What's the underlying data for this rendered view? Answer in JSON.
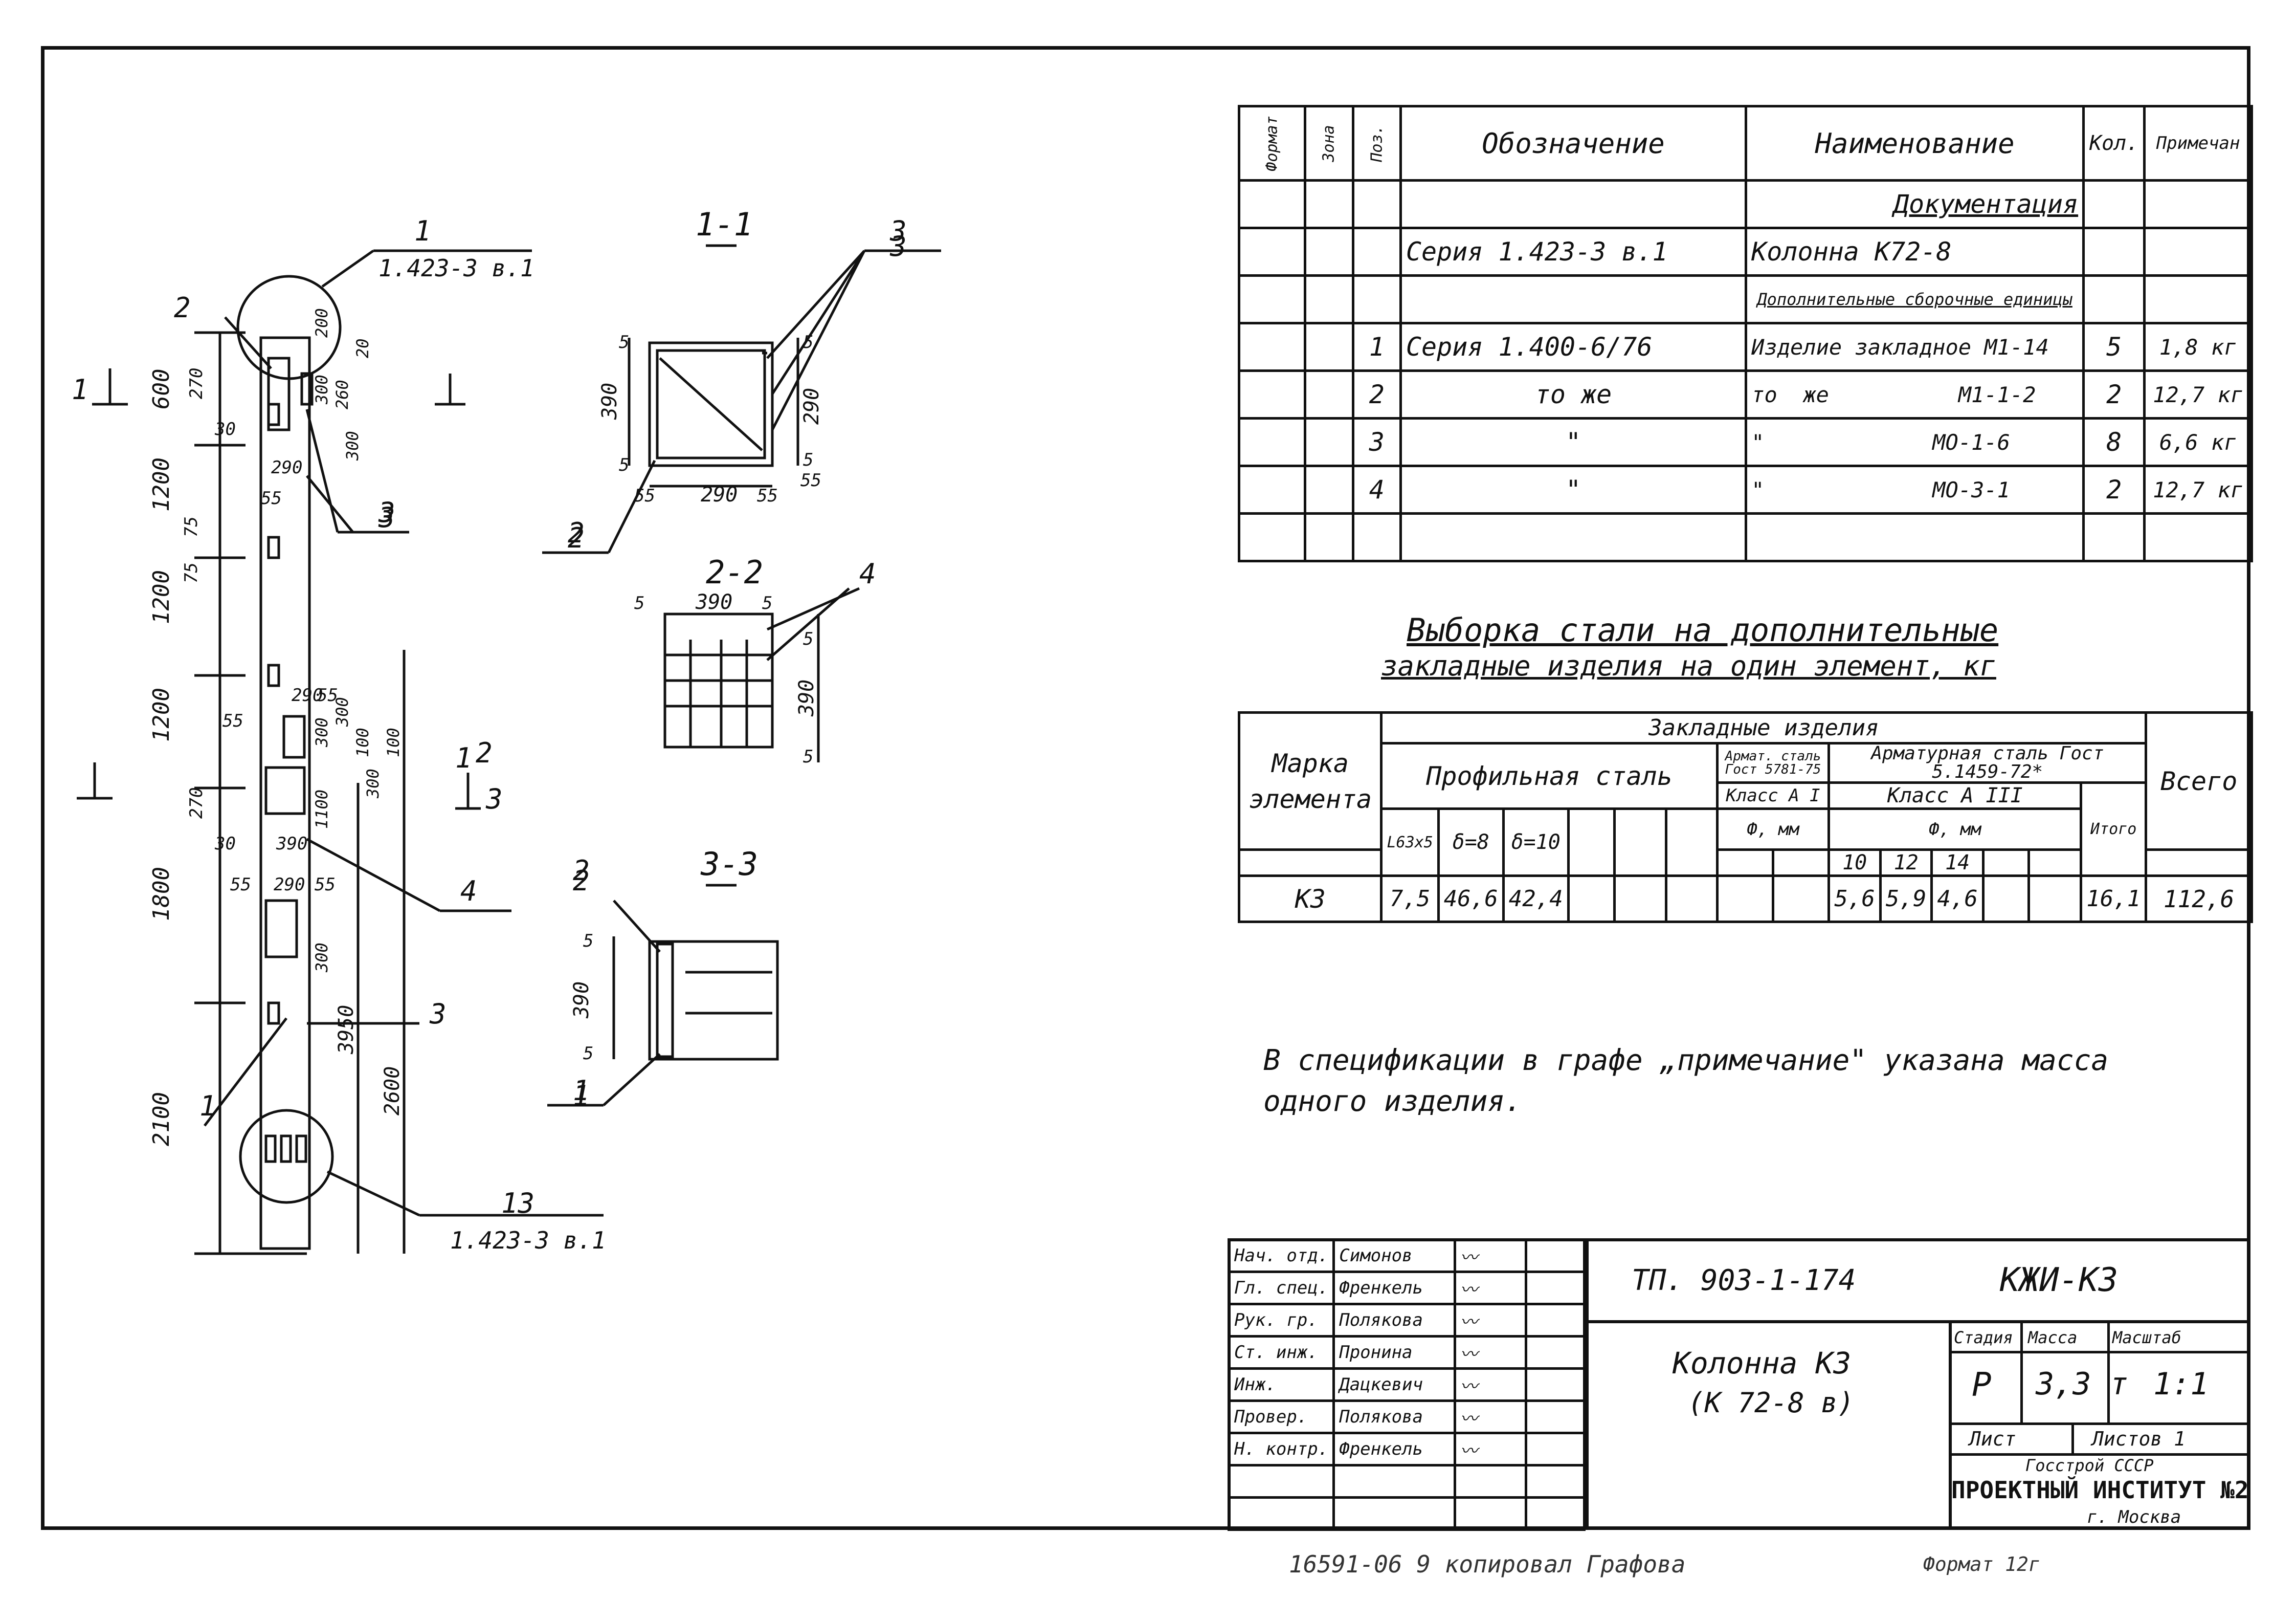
{
  "drawing": {
    "top_callout": {
      "num": "1",
      "ref": "1.423-3  в.1"
    },
    "bottom_callout": {
      "num": "13",
      "ref": "1.423-3  в.1"
    },
    "left_dims": [
      "600",
      "1200",
      "1200",
      "1200",
      "1800",
      "2100"
    ],
    "small_dims": [
      "270",
      "30",
      "75",
      "75",
      "270",
      "30",
      "55",
      "55",
      "290",
      "290",
      "55",
      "55",
      "300",
      "260",
      "300",
      "20",
      "200",
      "300",
      "1100",
      "300",
      "100",
      "300",
      "100",
      "300",
      "390",
      "290",
      "55"
    ],
    "right_dims": [
      "3950",
      "2600"
    ],
    "leaders": [
      "2",
      "3",
      "3",
      "4",
      "3",
      "1",
      "2",
      "3",
      "1",
      "2"
    ],
    "section_marks": [
      "1",
      "1",
      "2",
      "3"
    ],
    "section_1_1": {
      "title": "1-1",
      "dims": [
        "5",
        "390",
        "5",
        "55",
        "290",
        "55",
        "5",
        "290",
        "5",
        "55"
      ],
      "leaders": [
        "3",
        "2"
      ]
    },
    "section_2_2": {
      "title": "2-2",
      "dims": [
        "5",
        "390",
        "5",
        "5",
        "390",
        "5"
      ],
      "leaders": [
        "4"
      ]
    },
    "section_3_3": {
      "title": "3-3",
      "dims": [
        "5",
        "390",
        "5"
      ],
      "leaders": [
        "2",
        "1"
      ]
    }
  },
  "spec_table": {
    "headers": [
      "Формат",
      "Зона",
      "Поз.",
      "Обозначение",
      "Наименование",
      "Кол.",
      "Примечан"
    ],
    "rows": [
      {
        "pos": "",
        "designation": "",
        "name": "Документация",
        "qty": "",
        "note": ""
      },
      {
        "pos": "",
        "designation": "Серия   1.423-3   в.1",
        "name": "Колонна    К72-8",
        "qty": "",
        "note": ""
      },
      {
        "pos": "",
        "designation": "",
        "name": "Дополнительные сборочные единицы",
        "qty": "",
        "note": ""
      },
      {
        "pos": "1",
        "designation": "Серия   1.400-6/76",
        "name": "Изделие закладное М1-14",
        "qty": "5",
        "note": "1,8 кг"
      },
      {
        "pos": "2",
        "designation": "то   же",
        "name": "то  же          М1-1-2",
        "qty": "2",
        "note": "12,7 кг"
      },
      {
        "pos": "3",
        "designation": "\"",
        "name": "\"             МО-1-6",
        "qty": "8",
        "note": "6,6 кг"
      },
      {
        "pos": "4",
        "designation": "\"",
        "name": "\"             МО-3-1",
        "qty": "2",
        "note": "12,7 кг"
      },
      {
        "pos": "",
        "designation": "",
        "name": "",
        "qty": "",
        "note": ""
      }
    ]
  },
  "steel_title": {
    "line1": "Выборка   стали   на  дополнительные",
    "line2": "закладные  изделия  на  один  элемент, кг"
  },
  "steel_table": {
    "mark_header": "Марка элемента",
    "embedded_header": "Закладные   изделия",
    "profile_header": "Профильная   сталь",
    "armat_steel_header": "Армат. сталь Гост 5781-75",
    "rebar_header": "Арматурная   сталь Гост 5.1459-72*",
    "class_a1": "Класс А I",
    "class_a3": "Класс  А III",
    "phi_mm": "Ф, мм",
    "phi_mm2": "Ф, мм",
    "profile_cols": [
      "L63x5",
      "δ=8",
      "δ=10"
    ],
    "rebar_cols": [
      "10",
      "12",
      "14"
    ],
    "total_header": "Итого",
    "all_header": "Всего",
    "row": {
      "mark": "К3",
      "p1": "7,5",
      "p2": "46,6",
      "p3": "42,4",
      "r1": "5,6",
      "r2": "5,9",
      "r3": "4,6",
      "total": "16,1",
      "all": "112,6"
    }
  },
  "note": {
    "line1": "В  спецификации  в  графе  „примечание\" указана   масса",
    "line2": "одного   изделия."
  },
  "title_block": {
    "staff": [
      {
        "role": "Нач. отд.",
        "name": "Симонов"
      },
      {
        "role": "Гл. спец.",
        "name": "Френкель"
      },
      {
        "role": "Рук. гр.",
        "name": "Полякова"
      },
      {
        "role": "Ст. инж.",
        "name": "Пронина"
      },
      {
        "role": "Инж.",
        "name": "Дацкевич"
      },
      {
        "role": "Провер.",
        "name": "Полякова"
      },
      {
        "role": "Н. контр.",
        "name": "Френкель"
      }
    ],
    "project": "ТП. 903-1-174",
    "code": "КЖИ-К3",
    "title_line1": "Колонна  К3",
    "title_line2": "(К 72-8 в)",
    "stage_label": "Стадия",
    "mass_label": "Масса",
    "scale_label": "Масштаб",
    "stage": "Р",
    "mass": "3,3 т",
    "scale": "1:1",
    "sheet_label": "Лист",
    "sheets_label": "Листов 1",
    "org1": "Госстрой СССР",
    "org2": "ПРОЕКТНЫЙ ИНСТИТУТ №2",
    "org3": "г. Москва"
  },
  "footer": {
    "left": "16591-06  9   копировал  Графова",
    "right": "Формат 12г"
  }
}
